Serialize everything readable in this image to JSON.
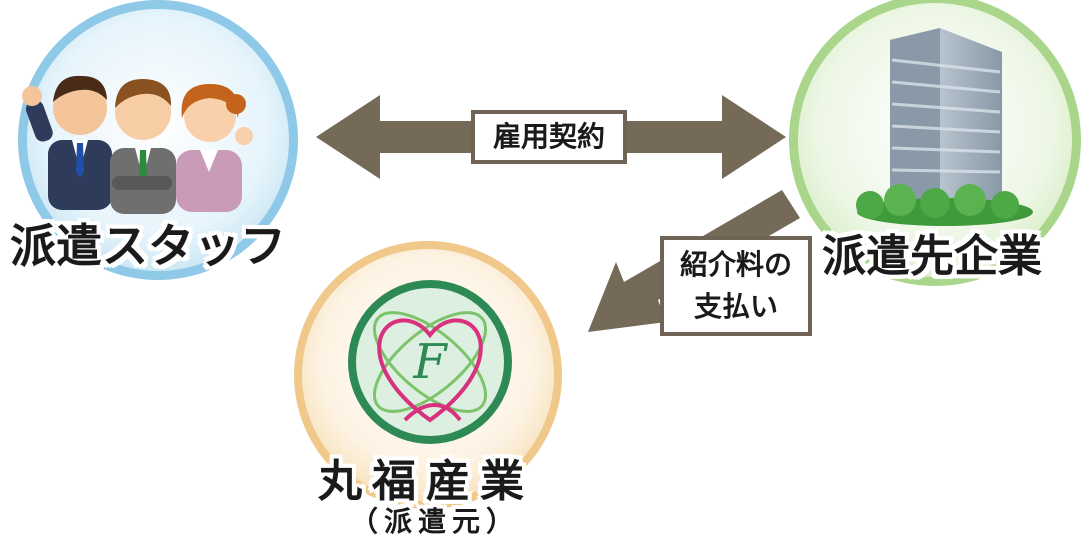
{
  "nodes": {
    "staff": {
      "label": "派遣スタッフ",
      "ring_color": "#8fc9e8"
    },
    "client": {
      "label": "派遣先企業",
      "ring_color": "#a9d68a"
    },
    "company": {
      "label": "丸福産業",
      "sub_label": "（派遣元）",
      "ring_color": "#f0c88a",
      "logo_letter": "F"
    }
  },
  "edges": {
    "contract": {
      "label": "雇用契約",
      "direction": "bidirectional",
      "from": "staff",
      "to": "client"
    },
    "fee": {
      "label_line1": "紹介料の",
      "label_line2": "支払い",
      "direction": "one-way",
      "from": "client",
      "to": "company"
    }
  },
  "colors": {
    "arrow": "#756a58",
    "logo_ring": "#2e8a55",
    "heart": "#d8317d",
    "logo_fill": "#dcefe1"
  }
}
